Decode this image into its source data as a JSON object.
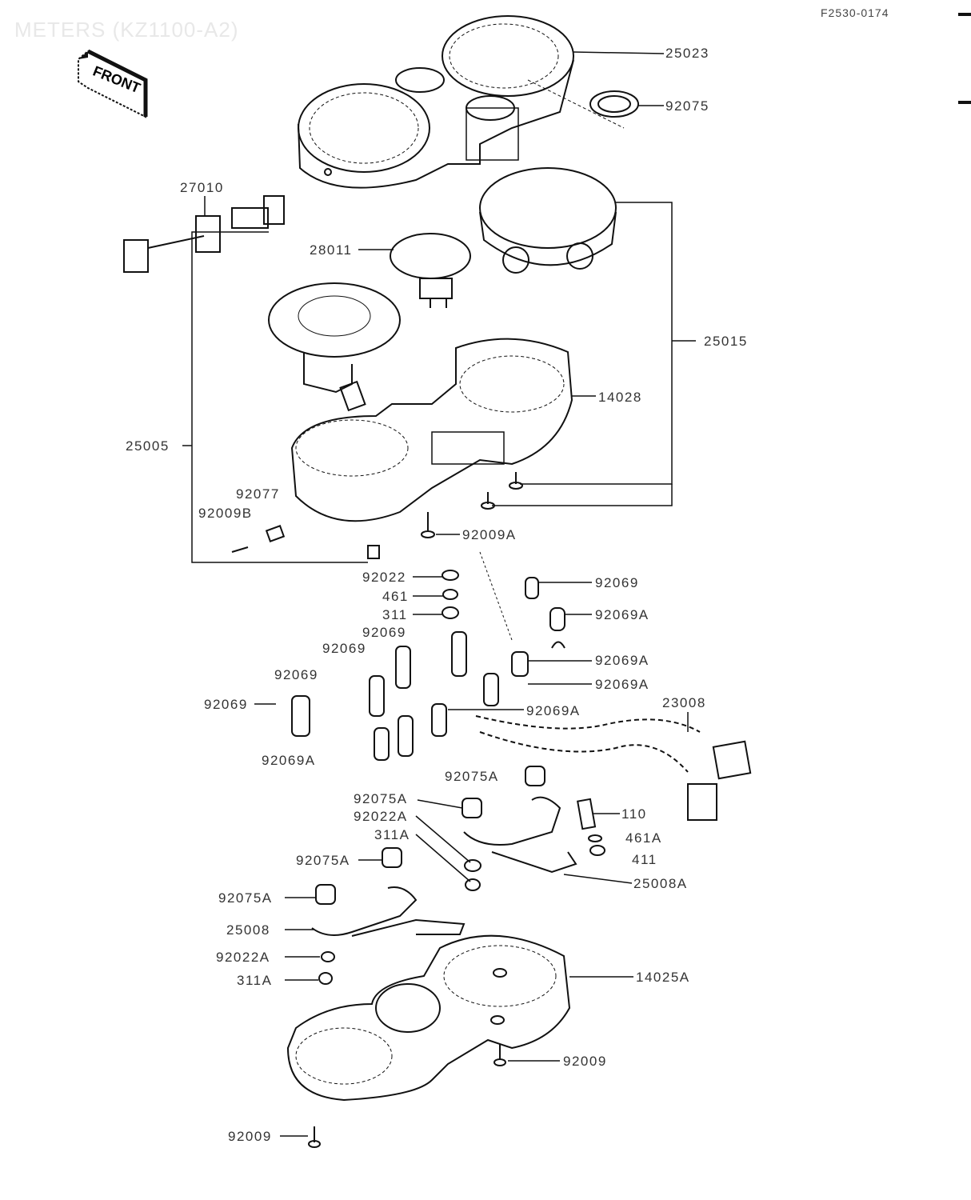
{
  "header": {
    "title": "METERS (KZ1100-A2)",
    "drawing_code": "F2530-0174"
  },
  "front_indicator": {
    "label": "FRONT",
    "icon": "arrow-left-icon"
  },
  "parts": [
    {
      "id": "25023"
    },
    {
      "id": "92075"
    },
    {
      "id": "27010"
    },
    {
      "id": "28011"
    },
    {
      "id": "25015"
    },
    {
      "id": "14028"
    },
    {
      "id": "25005"
    },
    {
      "id": "92077"
    },
    {
      "id": "92009B"
    },
    {
      "id": "92009A"
    },
    {
      "id": "92022"
    },
    {
      "id": "461"
    },
    {
      "id": "311"
    },
    {
      "id": "92069"
    },
    {
      "id": "92069A"
    },
    {
      "id": "23008"
    },
    {
      "id": "92075A"
    },
    {
      "id": "92022A"
    },
    {
      "id": "311A"
    },
    {
      "id": "110"
    },
    {
      "id": "461A"
    },
    {
      "id": "411"
    },
    {
      "id": "25008A"
    },
    {
      "id": "25008"
    },
    {
      "id": "14025A"
    },
    {
      "id": "92009"
    }
  ],
  "labels": {
    "l25023": "25023",
    "l92075": "92075",
    "l27010": "27010",
    "l28011": "28011",
    "l25015": "25015",
    "l14028": "14028",
    "l25005": "25005",
    "l92077": "92077",
    "l92009B": "92009B",
    "l92009A": "92009A",
    "l92022": "92022",
    "l461": "461",
    "l311": "311",
    "l92069_a": "92069",
    "l92069_b": "92069",
    "l92069_c": "92069",
    "l92069_d": "92069",
    "l92069_e": "92069",
    "l92069A_a": "92069A",
    "l92069A_b": "92069A",
    "l92069A_c": "92069A",
    "l92069A_d": "92069A",
    "l92069A_e": "92069A",
    "l23008": "23008",
    "l92075A_a": "92075A",
    "l92075A_b": "92075A",
    "l92075A_c": "92075A",
    "l92075A_d": "92075A",
    "l92022A_a": "92022A",
    "l92022A_b": "92022A",
    "l311A_a": "311A",
    "l311A_b": "311A",
    "l110": "110",
    "l461A": "461A",
    "l411": "411",
    "l25008A": "25008A",
    "l25008": "25008",
    "l14025A": "14025A",
    "l92009_a": "92009",
    "l92009_b": "92009"
  }
}
